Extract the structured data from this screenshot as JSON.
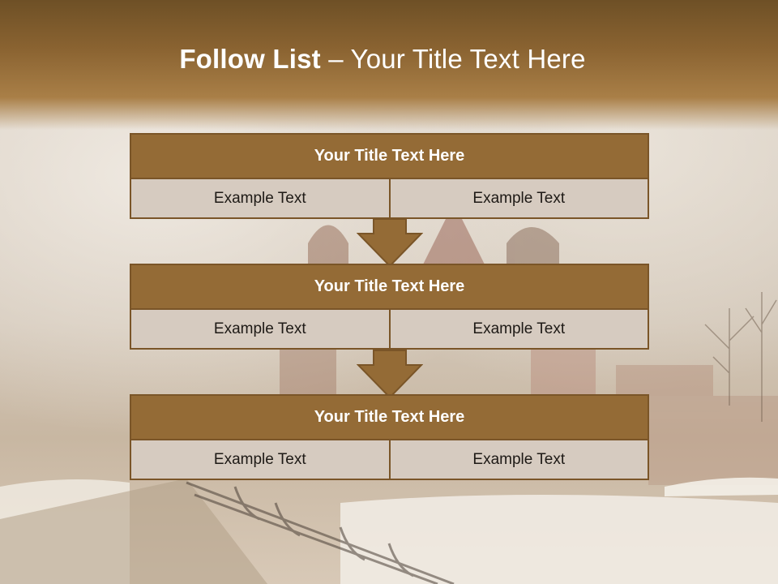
{
  "slide": {
    "title_bold": "Follow List",
    "title_rest": " – Your Title Text Here"
  },
  "blocks": [
    {
      "header": "Your Title Text Here",
      "left": "Example Text",
      "right": "Example Text"
    },
    {
      "header": "Your Title Text Here",
      "left": "Example Text",
      "right": "Example Text"
    },
    {
      "header": "Your Title Text Here",
      "left": "Example Text",
      "right": "Example Text"
    }
  ],
  "colors": {
    "header_fill": "#946b36",
    "cell_fill": "#d6cbc0",
    "border": "#7a5528",
    "top_band": "#7a5a2d"
  }
}
